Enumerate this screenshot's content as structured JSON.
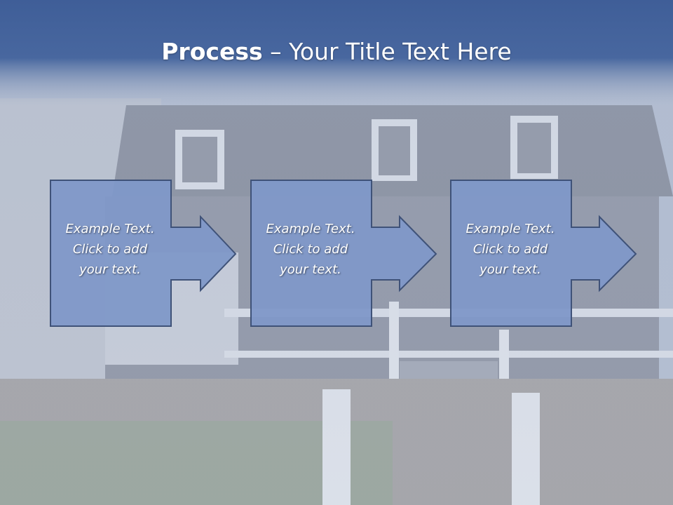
{
  "slide": {
    "title_bold": "Process",
    "title_rest": " – Your Title Text Here"
  },
  "steps": [
    {
      "line1": "Example Text.",
      "line2": "Click  to add",
      "line3": "your text."
    },
    {
      "line1": "Example Text.",
      "line2": "Click  to add",
      "line3": "your text."
    },
    {
      "line1": "Example Text.",
      "line2": "Click  to add",
      "line3": "your text."
    }
  ],
  "colors": {
    "header": "#3d5c97",
    "step_fill": "#7f98c8",
    "step_border": "#3f5278"
  }
}
